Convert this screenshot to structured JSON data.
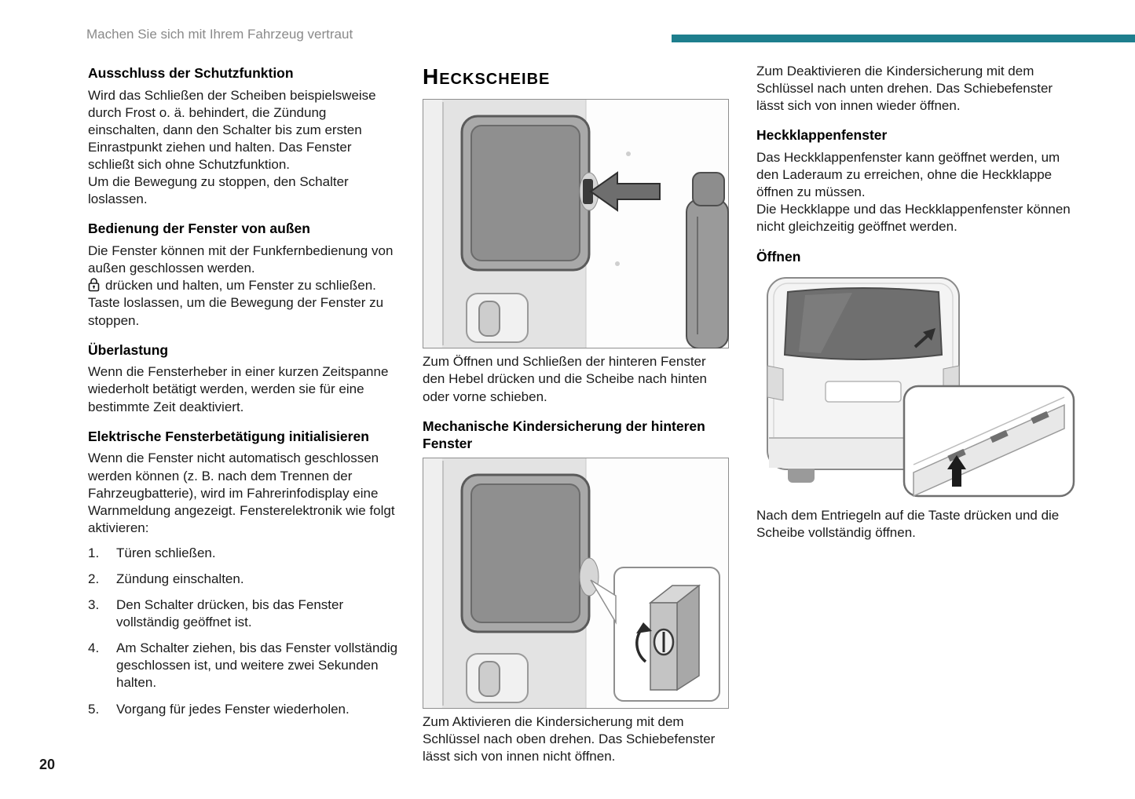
{
  "header": {
    "breadcrumb": "Machen Sie sich mit Ihrem Fahrzeug vertraut"
  },
  "footer": {
    "page_number": "20"
  },
  "colors": {
    "accent_teal": "#1e7e8d"
  },
  "left": {
    "s1": {
      "title": "Ausschluss der Schutzfunktion",
      "p1": "Wird das Schließen der Scheiben beispielsweise durch Frost o. ä. behindert, die Zündung einschalten, dann den Schalter bis zum ersten Einrastpunkt ziehen und halten. Das Fenster schließt sich ohne Schutzfunktion.",
      "p2": "Um die Bewegung zu stoppen, den Schalter loslassen."
    },
    "s2": {
      "title": "Bedienung der Fenster von außen",
      "p1": "Die Fenster können mit der Funkfernbedienung von außen geschlossen werden.",
      "p2": "drücken und halten, um Fenster zu schließen.",
      "p3": "Taste loslassen, um die Bewegung der Fenster zu stoppen."
    },
    "s3": {
      "title": "Überlastung",
      "p1": "Wenn die Fensterheber in einer kurzen Zeitspanne wiederholt betätigt werden, werden sie für eine bestimmte Zeit deaktiviert."
    },
    "s4": {
      "title": "Elektrische Fensterbetätigung initialisieren",
      "p1": "Wenn die Fenster nicht automatisch geschlossen werden können (z. B. nach dem Trennen der Fahrzeugbatterie), wird im Fahrerinfodisplay eine Warnmeldung angezeigt. Fensterelektronik wie folgt aktivieren:",
      "items": [
        {
          "num": "1.",
          "text": "Türen schließen."
        },
        {
          "num": "2.",
          "text": "Zündung einschalten."
        },
        {
          "num": "3.",
          "text": "Den Schalter drücken, bis das Fenster vollständig geöffnet ist."
        },
        {
          "num": "4.",
          "text": "Am Schalter ziehen, bis das Fenster vollständig geschlossen ist, und weitere zwei Sekunden halten."
        },
        {
          "num": "5.",
          "text": "Vorgang für jedes Fenster wiederholen."
        }
      ]
    }
  },
  "middle": {
    "title": "Heckscheibe",
    "caption1": "Zum Öffnen und Schließen der hinteren Fenster den Hebel drücken und die Scheibe nach hinten oder vorne schieben.",
    "s1": {
      "title": "Mechanische Kindersicherung der hinteren Fenster",
      "caption": "Zum Aktivieren die Kindersicherung mit dem Schlüssel nach oben drehen. Das Schiebefenster lässt sich von innen nicht öffnen."
    }
  },
  "right": {
    "p1": "Zum Deaktivieren die Kindersicherung mit dem Schlüssel nach unten drehen. Das Schiebefenster lässt sich von innen wieder öffnen.",
    "s1": {
      "title": "Heckklappenfenster",
      "p1": "Das Heckklappenfenster kann geöffnet werden, um den Laderaum zu erreichen, ohne die Heckklappe öffnen zu müssen.",
      "p2": "Die Heckklappe und das Heckklappenfenster können nicht gleichzeitig geöffnet werden."
    },
    "s2": {
      "title": "Öffnen",
      "caption": "Nach dem Entriegeln auf die Taste drücken und die Scheibe vollständig öffnen."
    }
  }
}
